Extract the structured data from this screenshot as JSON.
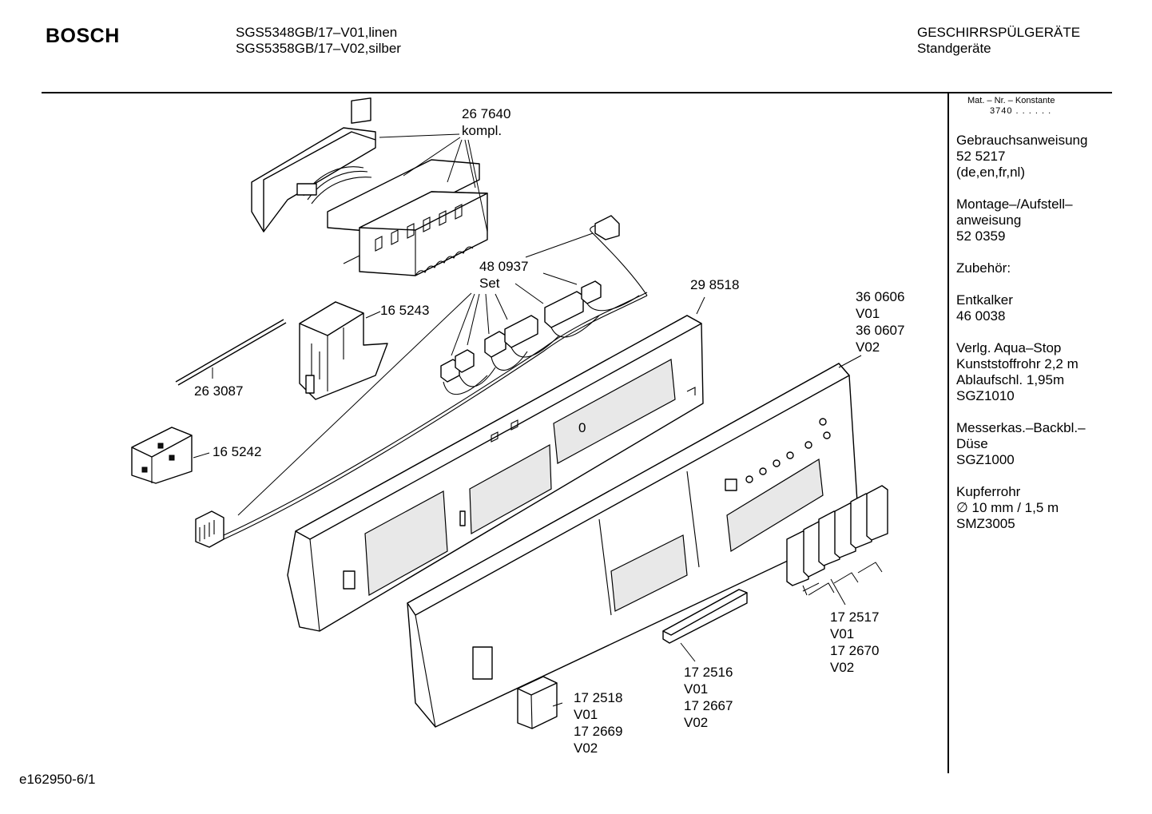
{
  "header": {
    "brand": "BOSCH",
    "models": [
      "SGS5348GB/17–V01,linen",
      "SGS5358GB/17–V02,silber"
    ],
    "category": [
      "GESCHIRRSPÜLGERÄTE",
      "Standgeräte"
    ]
  },
  "sidebar": {
    "mat_nr_label": "Mat. – Nr. – Konstante",
    "konstante": "3740 . . . . . .",
    "blocks": [
      [
        "Gebrauchsanweisung",
        "52 5217",
        "(de,en,fr,nl)"
      ],
      [
        "Montage–/Aufstell–",
        "anweisung",
        "52 0359"
      ],
      [
        "Zubehör:"
      ],
      [
        "Entkalker",
        "46 0038"
      ],
      [
        "Verlg. Aqua–Stop",
        "Kunststoffrohr 2,2 m",
        "Ablaufschl. 1,95m",
        "SGZ1010"
      ],
      [
        "Messerkas.–Backbl.–",
        "Düse",
        "SGZ1000"
      ],
      [
        "Kupferrohr",
        "∅ 10 mm / 1,5 m",
        "SMZ3005"
      ]
    ]
  },
  "parts": [
    {
      "id": "pcb-module",
      "lines": [
        "26 7640",
        "kompl."
      ]
    },
    {
      "id": "cable-set",
      "lines": [
        "48 0937",
        "Set"
      ]
    },
    {
      "id": "switch-housing",
      "lines": [
        "16 5243"
      ]
    },
    {
      "id": "push-rod",
      "lines": [
        "26 3087"
      ]
    },
    {
      "id": "main-switch",
      "lines": [
        "16 5242"
      ]
    },
    {
      "id": "panel-frame",
      "lines": [
        "29 8518"
      ]
    },
    {
      "id": "front-panel",
      "lines": [
        "36 0606",
        "V01",
        "36 0607",
        "V02"
      ]
    },
    {
      "id": "program-buttons",
      "lines": [
        "17 2517",
        "V01",
        "17 2670",
        "V02"
      ]
    },
    {
      "id": "handle-strip",
      "lines": [
        "17 2516",
        "V01",
        "17 2667",
        "V02"
      ]
    },
    {
      "id": "main-button",
      "lines": [
        "17 2518",
        "V01",
        "17 2669",
        "V02"
      ]
    }
  ],
  "frame_marking": "0",
  "footer": "e162950-6/1"
}
